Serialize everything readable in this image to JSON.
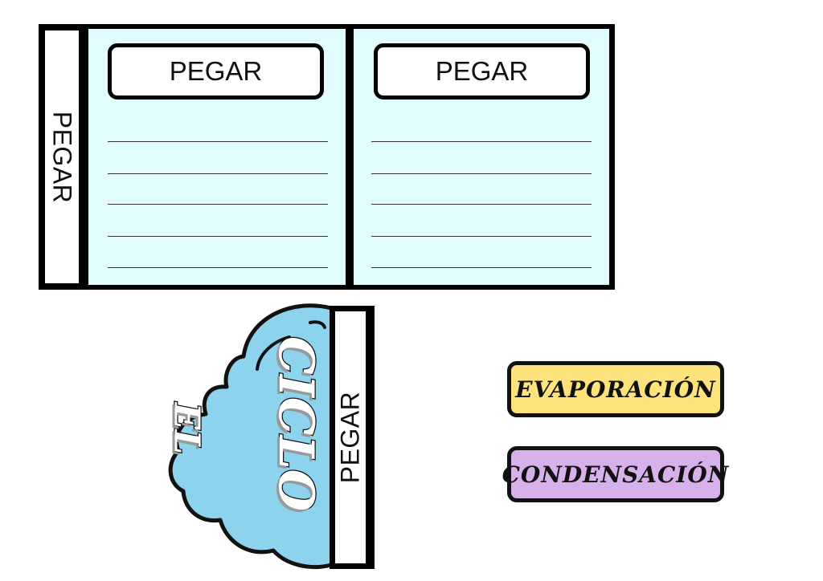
{
  "worksheet": {
    "side_strip_label": "PEGAR",
    "panels": [
      {
        "glue_label": "PEGAR"
      },
      {
        "glue_label": "PEGAR"
      }
    ]
  },
  "cloud": {
    "title_word_1": "EL",
    "title_word_2": "CICLO",
    "glue_strip_label": "PEGAR"
  },
  "cards": [
    {
      "label": "EVAPORACIÓN",
      "color": "#fee27c"
    },
    {
      "label": "CONDENSACIÓN",
      "color": "#d7b2ea"
    }
  ],
  "colors": {
    "panel_background": "#e1fcfd",
    "cloud_accent": "#8dd3ee",
    "outline": "#111111"
  }
}
